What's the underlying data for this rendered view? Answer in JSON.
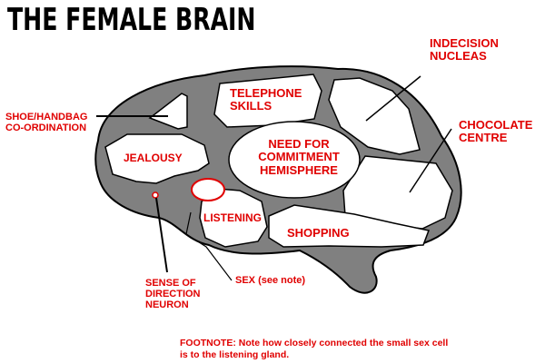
{
  "title": "THE FEMALE BRAIN",
  "regions": {
    "telephone": [
      "TELEPHONE",
      "SKILLS"
    ],
    "commitment": [
      "NEED FOR",
      "COMMITMENT",
      "HEMISPHERE"
    ],
    "jealousy": "JEALOUSY",
    "listening": "LISTENING",
    "shopping": "SHOPPING"
  },
  "callouts": {
    "indecision": [
      "INDECISION",
      "NUCLEAS"
    ],
    "chocolate": [
      "CHOCOLATE",
      "CENTRE"
    ],
    "shoe": [
      "SHOE/HANDBAG",
      "CO-ORDINATION"
    ],
    "direction": [
      "SENSE OF",
      "DIRECTION",
      "NEURON"
    ],
    "sex": "SEX (see note)"
  },
  "footnote": [
    "FOOTNOTE:  Note how closely connected the small sex cell",
    "is to the listening gland."
  ],
  "colors": {
    "brain": "#808080",
    "region": "#ffffff",
    "label": "#e00000",
    "line": "#000000"
  }
}
